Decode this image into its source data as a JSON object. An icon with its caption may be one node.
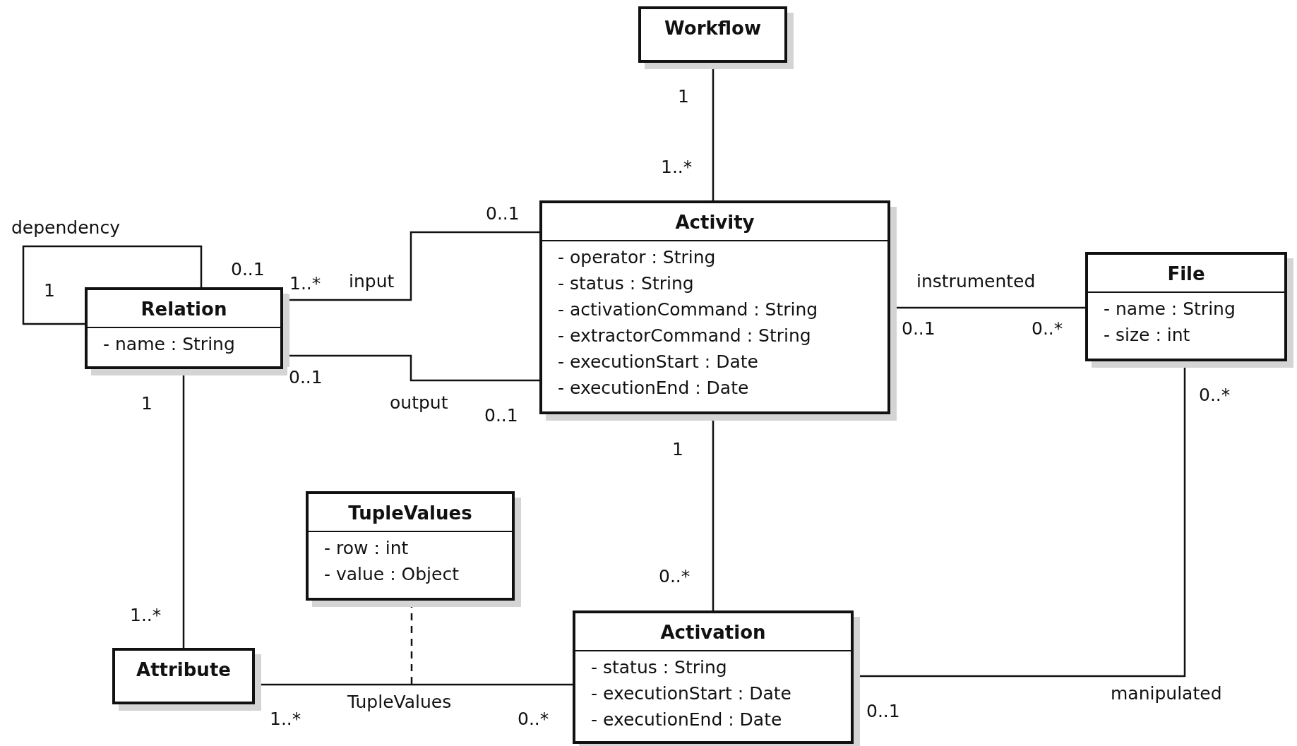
{
  "diagram": {
    "nodes": [
      {
        "text": [
          "Workflow"
        ]
      },
      {
        "text": [
          "Relation",
          "- name : String"
        ]
      },
      {
        "text": [
          "Activity",
          "- operator : String",
          "- status : String",
          "- activationCommand : String",
          "- extractorCommand : String",
          "- executionStart : Date",
          "- executionEnd : Date"
        ]
      },
      {
        "text": [
          "File",
          "- name : String",
          "- size : int"
        ]
      },
      {
        "text": [
          "TupleValues",
          "- row : int",
          "- value : Object"
        ]
      },
      {
        "text": [
          "Attribute"
        ]
      },
      {
        "text": [
          "Activation",
          "- status : String",
          "- executionStart : Date",
          "- executionEnd : Date"
        ]
      }
    ],
    "edges": [
      {
        "from": 0,
        "to": 2,
        "arrow": "none"
      },
      {
        "from": 1,
        "to": 1,
        "arrow": "none",
        "label": "dependency"
      },
      {
        "from": 1,
        "to": 2,
        "arrow": "none",
        "label": "input"
      },
      {
        "from": 1,
        "to": 2,
        "arrow": "none",
        "label": "output"
      },
      {
        "from": 2,
        "to": 3,
        "arrow": "none",
        "label": "instrumented"
      },
      {
        "from": 1,
        "to": 5,
        "arrow": "none"
      },
      {
        "from": 2,
        "to": 6,
        "arrow": "none"
      },
      {
        "from": 5,
        "to": 6,
        "arrow": "none",
        "label": "TupleValues"
      },
      {
        "from": 4,
        "to": null,
        "arrow": "none",
        "style": "dashed"
      },
      {
        "from": 6,
        "to": 3,
        "arrow": "none",
        "label": "manipulated"
      }
    ],
    "labels": [
      "1",
      "1..*",
      "0..1",
      "1",
      "0..1",
      "1..*",
      "0..1",
      "0..1",
      "0..1",
      "0..*",
      "0..*",
      "1",
      "1",
      "1..*",
      "0..*",
      "1..*",
      "0..*",
      "0..1"
    ]
  }
}
